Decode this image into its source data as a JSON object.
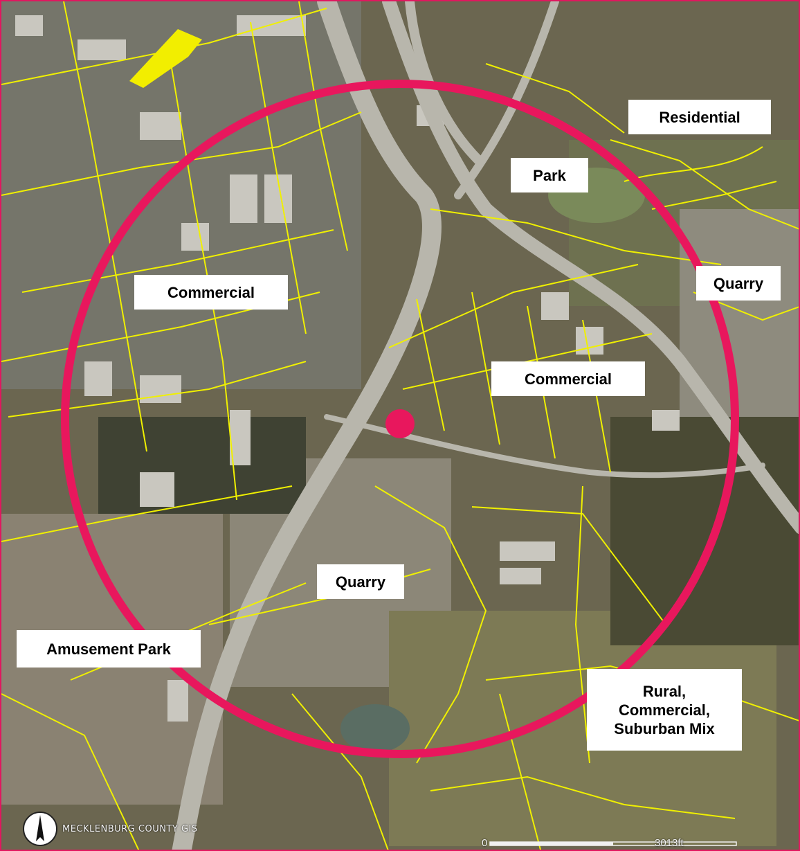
{
  "map": {
    "labels": {
      "residential": "Residential",
      "park": "Park",
      "quarry_east": "Quarry",
      "commercial_west": "Commercial",
      "commercial_east": "Commercial",
      "quarry_south": "Quarry",
      "amusement_park": "Amusement Park",
      "rural_mix": "Rural,\nCommercial,\nSuburban Mix"
    },
    "credit": "MECKLENBURG COUNTY GIS",
    "scale": {
      "start": "0",
      "end": "3013ft"
    },
    "icons": {
      "north_arrow": "north-arrow-icon",
      "site_marker": "site-marker-icon"
    },
    "colors": {
      "radius_ring": "#e8175d",
      "site_marker": "#e8175d",
      "parcel_lines": "#f0f000",
      "label_background": "#ffffff"
    }
  }
}
